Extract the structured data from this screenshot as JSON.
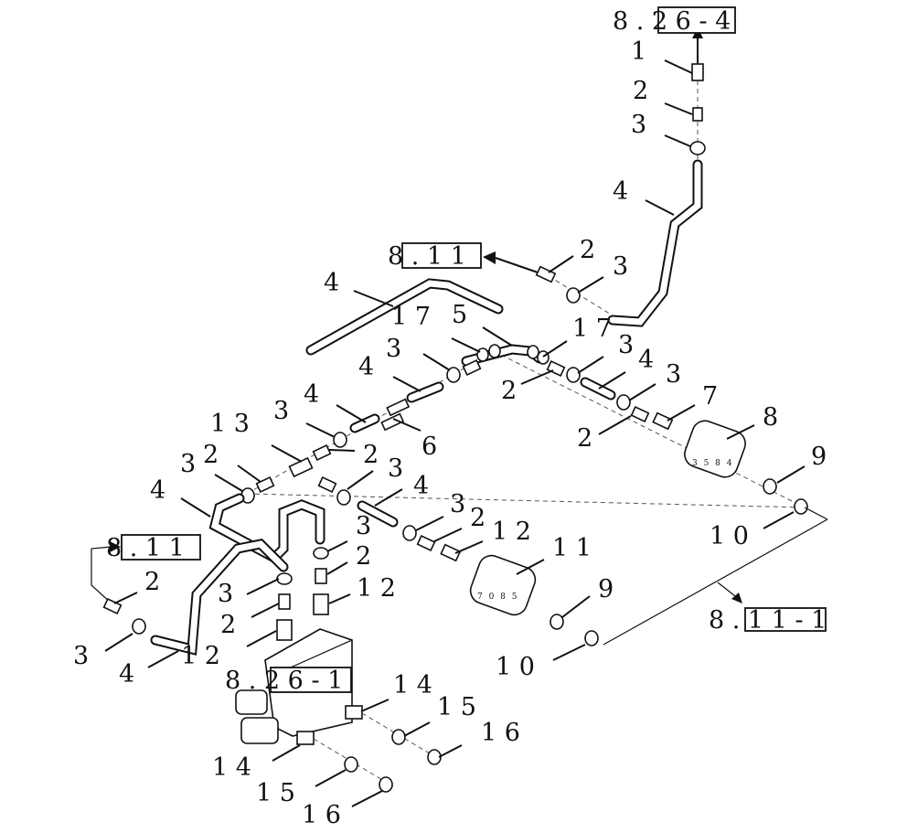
{
  "references": {
    "top": "8 . 2 6 - 4",
    "mid": "8 . 1 1",
    "left": "8 . 1 1",
    "right": "8 . 1 1 - 1",
    "bottom": "8 . 2 6 - 1"
  },
  "callouts": [
    "1",
    "2",
    "3",
    "4",
    "2",
    "3",
    "4",
    "1 7",
    "5",
    "1 7",
    "3",
    "3",
    "4",
    "4",
    "3",
    "2",
    "7",
    "8",
    "6",
    "2",
    "4",
    "3",
    "1 3",
    "2",
    "3",
    "2",
    "3",
    "4",
    "4",
    "3",
    "2",
    "1 2",
    "3",
    "2",
    "1 1",
    "9",
    "1 0",
    "2",
    "1 2",
    "9",
    "3",
    "2",
    "3",
    "4",
    "1 2",
    "1 0",
    "1 4",
    "1 5",
    "1 6",
    "1 4",
    "1 5",
    "1 6"
  ],
  "filter_markings": {
    "upper": "3 5  8 4",
    "lower": "7 0  8 5"
  }
}
